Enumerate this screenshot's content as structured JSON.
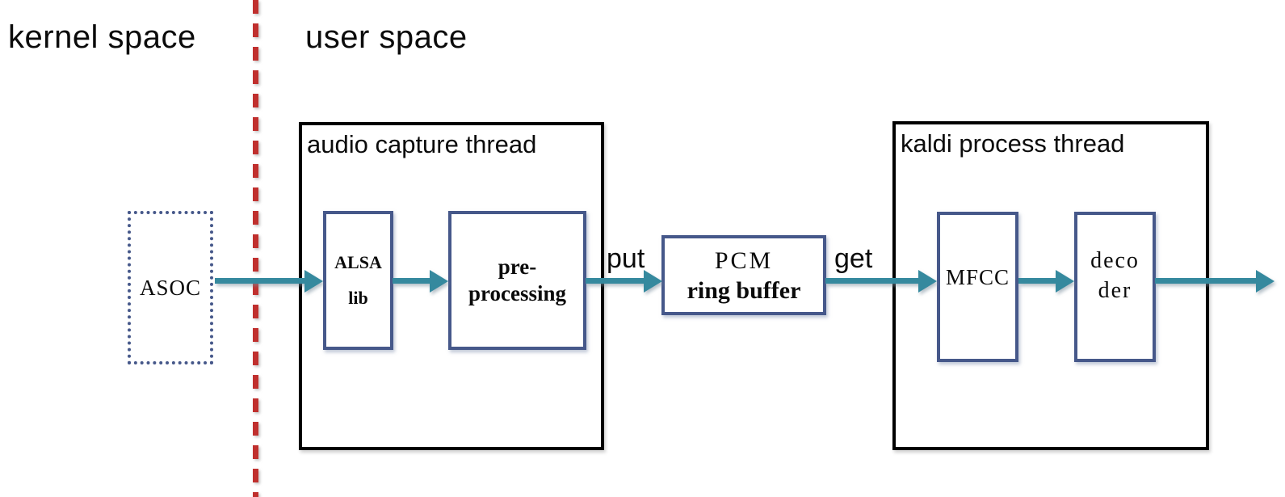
{
  "regions": {
    "kernel_space": "kernel space",
    "user_space": "user space"
  },
  "nodes": {
    "asoc": {
      "label": "ASOC"
    },
    "audio_thread": {
      "label": "audio capture thread"
    },
    "alsa": {
      "line1": "ALSA",
      "line2": "lib"
    },
    "preprocessing": {
      "line1": "pre-",
      "line2": "processing"
    },
    "pcm": {
      "line1": "PCM",
      "line2": "ring buffer"
    },
    "kaldi_thread": {
      "label": "kaldi process thread"
    },
    "mfcc": {
      "label": "MFCC"
    },
    "decoder": {
      "line1": "deco",
      "line2": "der"
    }
  },
  "edges": {
    "put_label": "put",
    "get_label": "get"
  },
  "flow": [
    "ASOC",
    "ALSA lib",
    "pre-processing",
    "PCM ring buffer",
    "MFCC",
    "decoder"
  ],
  "colors": {
    "arrow_teal": "#35899e",
    "node_border_navy": "#46588a",
    "divider_red": "#c0302e",
    "thread_border_black": "#000000",
    "text": "#0b0b0b",
    "background": "#ffffff"
  }
}
